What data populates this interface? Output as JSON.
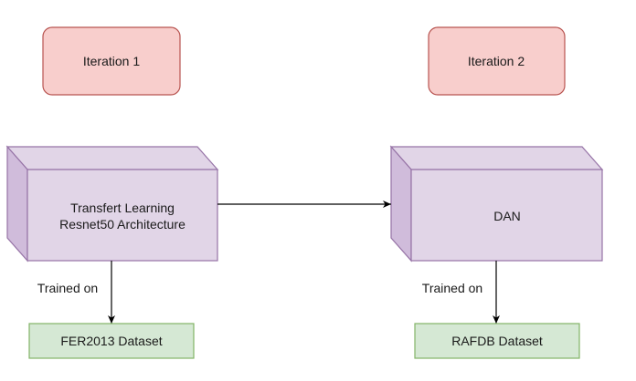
{
  "iterations": [
    {
      "label": "Iteration 1"
    },
    {
      "label": "Iteration 2"
    }
  ],
  "models": [
    {
      "line1": "Transfert Learning",
      "line2": "Resnet50 Architecture"
    },
    {
      "line1": "DAN"
    }
  ],
  "edges": [
    {
      "label": "Trained on"
    },
    {
      "label": "Trained on"
    }
  ],
  "datasets": [
    {
      "label": "FER2013 Dataset"
    },
    {
      "label": "RAFDB Dataset"
    }
  ],
  "colors": {
    "iteration_fill": "#f8cecc",
    "iteration_stroke": "#b85450",
    "model_front": "#e1d5e7",
    "model_side": "#d0bcdb",
    "model_stroke": "#9673a6",
    "dataset_fill": "#d5e8d4",
    "dataset_stroke": "#82b366",
    "arrow": "#000000"
  }
}
